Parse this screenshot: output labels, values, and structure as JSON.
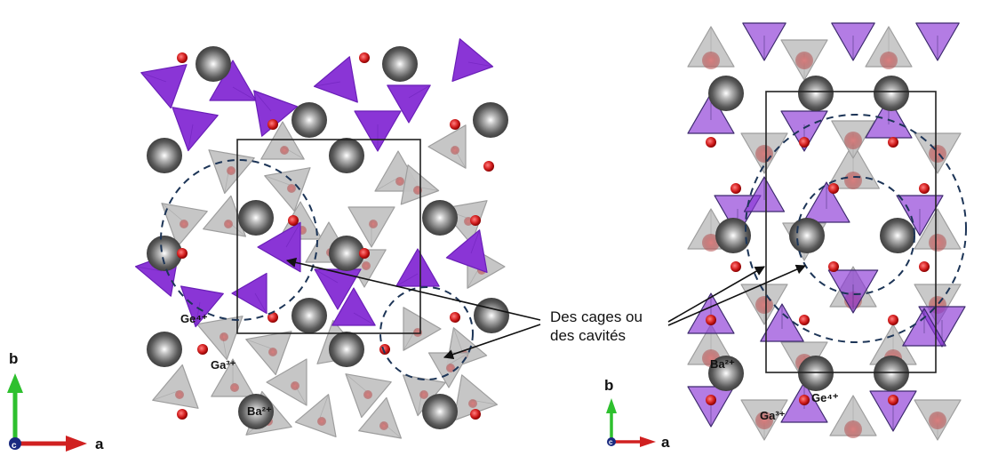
{
  "left_panel": {
    "labels": {
      "ge": "Ge⁴⁺",
      "ga": "Ga³⁺",
      "ba": "Ba²⁺"
    },
    "axes": {
      "b": "b",
      "a": "a",
      "c": "c"
    }
  },
  "right_panel": {
    "labels": {
      "ba": "Ba²⁺",
      "ge": "Ge⁴⁺",
      "ga": "Ga³⁺"
    },
    "axes": {
      "b": "b",
      "a": "a",
      "c": "c"
    }
  },
  "callout": {
    "line1": "Des cages ou",
    "line2": "des cavités"
  },
  "colors": {
    "purple_tetra": "#8a35d6",
    "purple_tetra_dark": "#6a1fb8",
    "grey_tetra": "#c3c3c3",
    "grey_tetra_dark": "#9e9e9e",
    "barium": "#6e6e6e",
    "oxygen": "#d42020",
    "dashed_circle": "#1d3557",
    "axis_b": "#2ec02e",
    "axis_a": "#d02020",
    "axis_c": "#1a2a80"
  }
}
